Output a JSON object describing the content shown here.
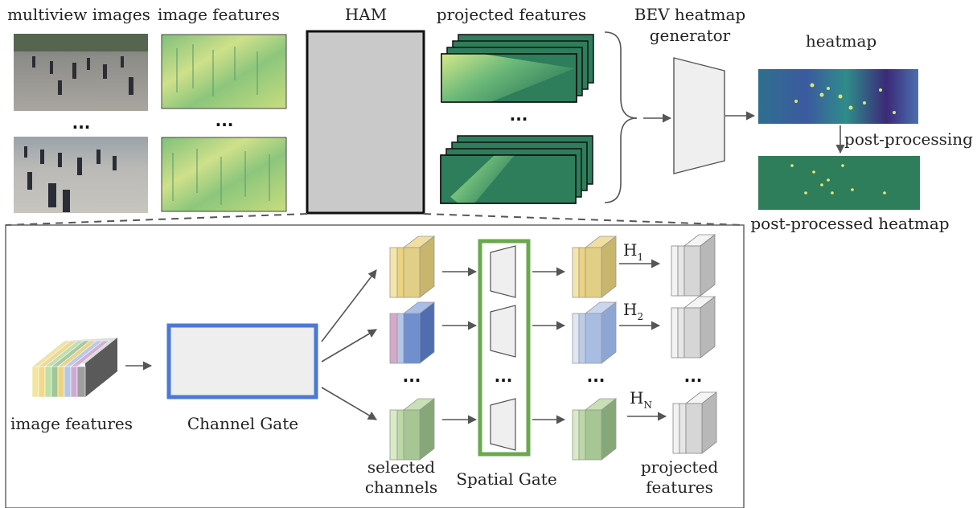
{
  "top": {
    "multiview_title": "multiview images",
    "features_title": "image features",
    "ham_title": "HAM",
    "projected_title": "projected features",
    "bev_title_line1": "BEV heatmap",
    "bev_title_line2": "generator",
    "heatmap_title": "heatmap",
    "post_processing": "post-processing",
    "post_processed_title": "post-processed heatmap",
    "ellipsis": "..."
  },
  "detail": {
    "input_label": "image features",
    "channel_gate_label": "Channel Gate",
    "selected_line1": "selected",
    "selected_line2": "channels",
    "spatial_gate_label": "Spatial Gate",
    "projected_line1": "projected",
    "projected_line2": "features",
    "h1_letter": "H",
    "h1_sub": "1",
    "h2_letter": "H",
    "h2_sub": "2",
    "hn_letter": "H",
    "hn_sub": "N",
    "ellipsis": "..."
  },
  "colors": {
    "channel_gate_border": "#4a78d6",
    "spatial_gate_border": "#6aa84f",
    "feature_green": "#2e7d5b",
    "heatmap_dark": "#3b2a78",
    "yellow_block": "#e8cf84",
    "blue_block": "#6f8fcf",
    "pink_block": "#caa0c0",
    "green_block": "#9cc08a",
    "output_gray": "#d0d0d0"
  }
}
